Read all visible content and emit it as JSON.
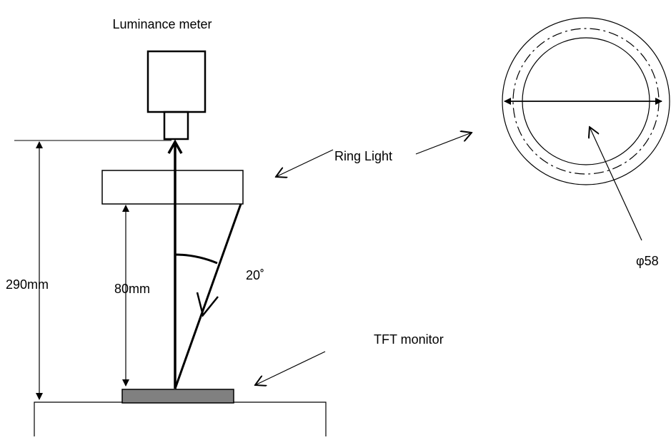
{
  "labels": {
    "luminance_meter": "Luminance meter",
    "ring_light": "Ring Light",
    "tft_monitor": "TFT monitor",
    "angle": "20˚",
    "height_total": "290mm",
    "height_ring": "80mm",
    "diameter": "φ58"
  },
  "colors": {
    "line": "#000000",
    "monitor_fill": "#808080",
    "background": "#ffffff"
  }
}
